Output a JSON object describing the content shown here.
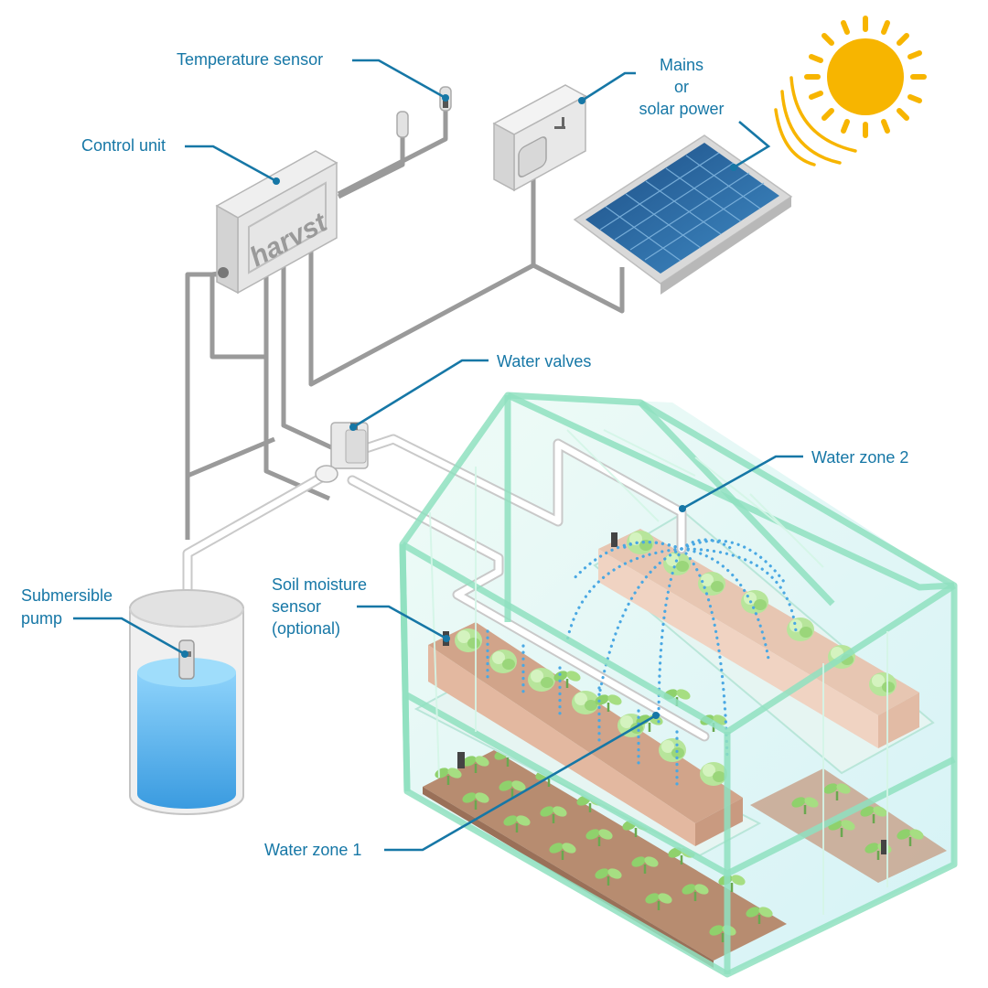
{
  "labels": {
    "temperature_sensor": "Temperature sensor",
    "control_unit": "Control unit",
    "mains_line1": "Mains",
    "mains_line2": "or",
    "mains_line3": "solar power",
    "water_valves": "Water valves",
    "water_zone_2": "Water zone 2",
    "soil_line1": "Soil moisture",
    "soil_line2": "sensor",
    "soil_line3": "(optional)",
    "pump_line1": "Submersible",
    "pump_line2": "pump",
    "water_zone_1": "Water zone 1"
  },
  "brand": "harvst",
  "colors": {
    "label_text": "#1677a6",
    "frame_green": "#8fe0c0",
    "water_blue": "#5cb8ee",
    "soil_brown": "#c49a7e",
    "sun_yellow": "#f7b500",
    "panel_blue": "#2f6fa0",
    "cable_grey": "#9a9a9a"
  },
  "icons": [
    "sun-icon",
    "solar-panel-icon",
    "power-socket-icon",
    "control-unit-icon",
    "temperature-sensor-icon",
    "water-valve-icon",
    "pump-icon",
    "water-tank-icon",
    "greenhouse-icon",
    "plant-icon"
  ]
}
